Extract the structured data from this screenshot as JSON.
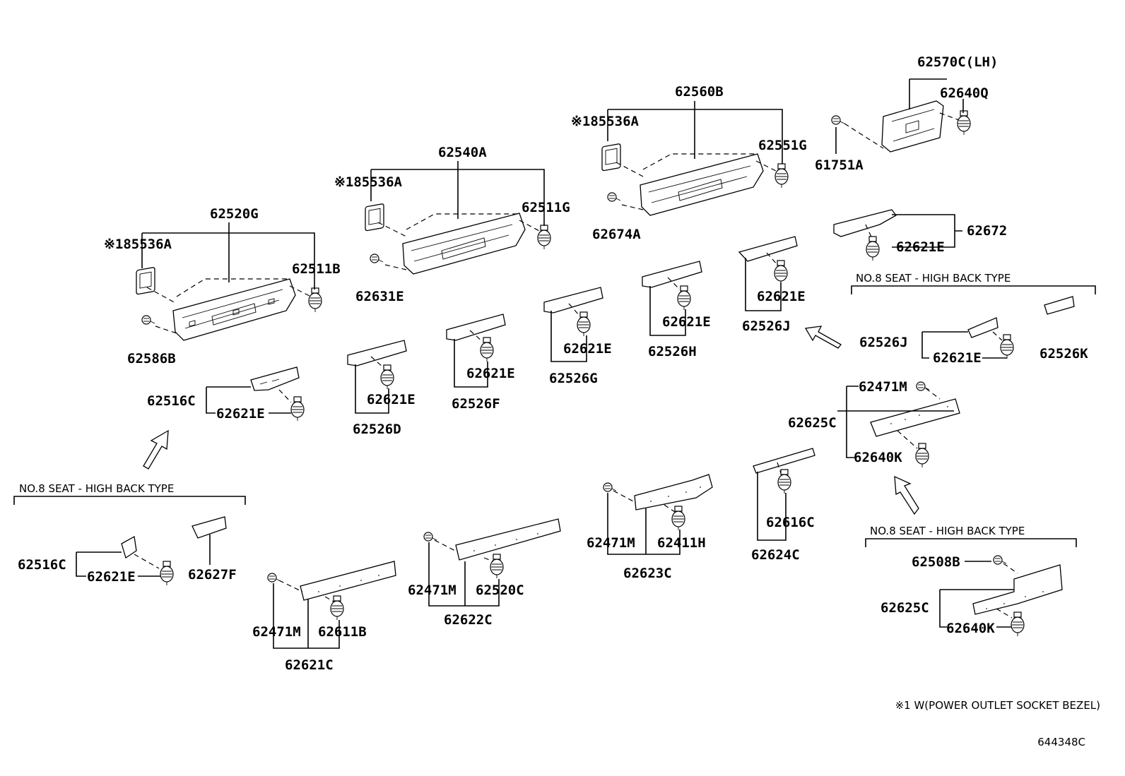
{
  "parts": {
    "p62570C_LH": "62570C(LH)",
    "p62640Q": "62640Q",
    "p61751A": "61751A",
    "p62560B": "62560B",
    "p185536A_c": "※185536A",
    "p62551G": "62551G",
    "p62674A": "62674A",
    "p62540A": "62540A",
    "p185536A_b": "※185536A",
    "p62511G": "62511G",
    "p62631E": "62631E",
    "p62520G": "62520G",
    "p185536A_a": "※185536A",
    "p62511B": "62511B",
    "p62586B": "62586B",
    "p62672": "62672",
    "p62621E_k": "62621E",
    "p62621E_j": "62621E",
    "p62526J_top": "62526J",
    "p62621E_h": "62621E",
    "p62526H": "62526H",
    "p62621E_g": "62621E",
    "p62526G": "62526G",
    "p62621E_f": "62621E",
    "p62526F": "62526F",
    "p62621E_d": "62621E",
    "p62526D": "62526D",
    "p62516C_top": "62516C",
    "p62621E_c": "62621E",
    "p62526J_seat": "62526J",
    "p62621E_seat": "62621E",
    "p62526K": "62526K",
    "p62471M_r": "62471M",
    "p62625C_top": "62625C",
    "p62640K_top": "62640K",
    "p62616C": "62616C",
    "p62624C": "62624C",
    "p62471M_c": "62471M",
    "p62411H": "62411H",
    "p62623C": "62623C",
    "p62471M_b": "62471M",
    "p62520C": "62520C",
    "p62622C": "62622C",
    "p62471M_a": "62471M",
    "p62611B": "62611B",
    "p62621C": "62621C",
    "p62516C_seat": "62516C",
    "p62621E_seat2": "62621E",
    "p62627F": "62627F",
    "p62508B": "62508B",
    "p62625C_bot": "62625C",
    "p62640K_bot": "62640K"
  },
  "notes": {
    "seat_type_right": "NO.8  SEAT - HIGH BACK TYPE",
    "seat_type_left": "NO.8  SEAT - HIGH BACK TYPE",
    "seat_type_bottom": "NO.8  SEAT - HIGH BACK TYPE",
    "footnote": "※1 W(POWER OUTLET SOCKET BEZEL)",
    "diagram_id": "644348C"
  }
}
